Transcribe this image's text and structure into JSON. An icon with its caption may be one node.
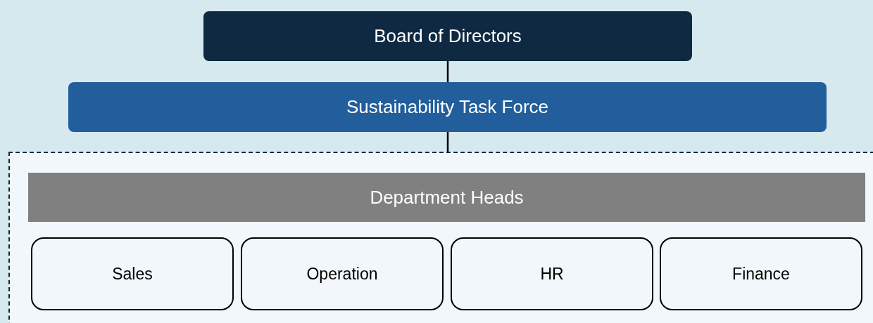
{
  "diagram": {
    "nodes": [
      {
        "text": [
          "Board of Directors"
        ]
      },
      {
        "text": [
          "Sustainability Task Force"
        ]
      },
      {
        "text": [],
        "shape": "box"
      },
      {
        "text": [
          "Department Heads"
        ],
        "in": 2
      },
      {
        "text": [
          "Sales"
        ],
        "in": 2
      },
      {
        "text": [
          "Operation"
        ],
        "in": 2
      },
      {
        "text": [
          "HR"
        ],
        "in": 2
      },
      {
        "text": [
          "Finance"
        ],
        "in": 2
      }
    ],
    "edges": [
      {
        "from": 0,
        "to": 1,
        "arrow": "none"
      },
      {
        "from": 1,
        "to": 2,
        "arrow": "none"
      }
    ]
  }
}
